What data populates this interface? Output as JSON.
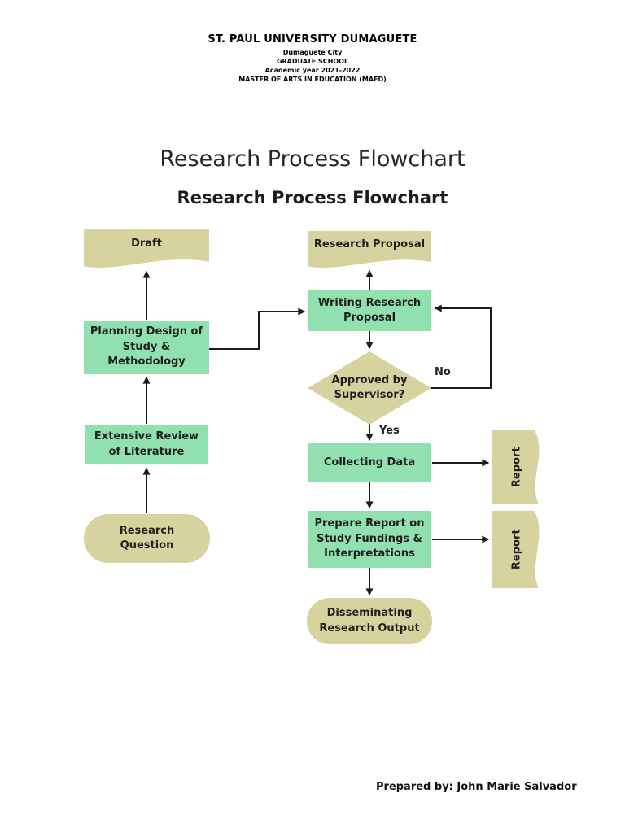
{
  "header": {
    "line1": "ST. PAUL UNIVERSITY DUMAGUETE",
    "line2": "Dumaguete City",
    "line3": "GRADUATE SCHOOL",
    "line4": "Academic year 2021-2022",
    "line5": "MASTER OF ARTS IN EDUCATION (MAED)"
  },
  "title": "Research Process Flowchart",
  "subtitle": "Research Process Flowchart",
  "footer": "Prepared by: John Marie Salvador",
  "nodes": {
    "draft": "Draft",
    "research_proposal": "Research Proposal",
    "planning": [
      "Planning Design of",
      "Study &",
      "Methodology"
    ],
    "writing": [
      "Writing Research",
      "Proposal"
    ],
    "approval": [
      "Approved by",
      "Supervisor?"
    ],
    "extensive": [
      "Extensive Review",
      "of Literature"
    ],
    "collecting": "Collecting Data",
    "prepare": [
      "Prepare Report on",
      "Study Fundings &",
      "Interpretations"
    ],
    "research_question": [
      "Research",
      "Question"
    ],
    "disseminating": [
      "Disseminating",
      "Research Output"
    ],
    "report": "Report"
  },
  "edges": {
    "yes": "Yes",
    "no": "No"
  },
  "colors": {
    "process_fill": "#90e0b0",
    "document_fill": "#d6d39e",
    "arrow": "#1c1c1c",
    "text": "#1f1f1f"
  }
}
